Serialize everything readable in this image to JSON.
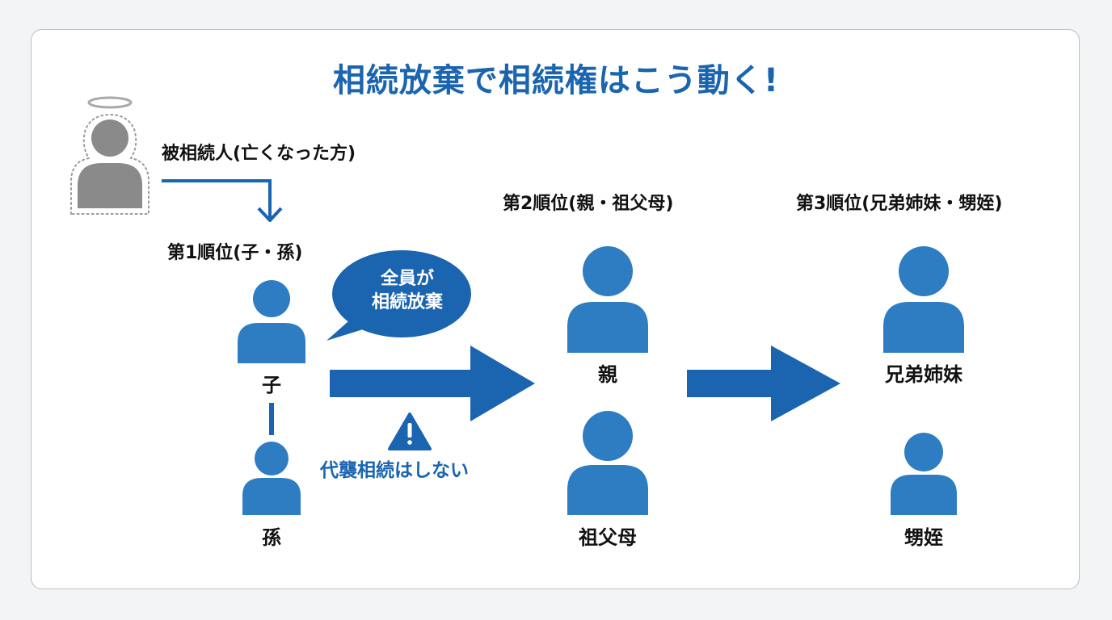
{
  "title": "相続放棄で相続権はこう動く!",
  "decedent": {
    "label": "被相続人(亡くなった方)"
  },
  "ranks": [
    {
      "label": "第1順位(子・孫)",
      "people": [
        "子",
        "孫"
      ]
    },
    {
      "label": "第2順位(親・祖父母)",
      "people": [
        "親",
        "祖父母"
      ]
    },
    {
      "label": "第3順位(兄弟姉妹・甥姪)",
      "people": [
        "兄弟姉妹",
        "甥姪"
      ]
    }
  ],
  "bubble": {
    "line1": "全員が",
    "line2": "相続放棄"
  },
  "warning": {
    "icon": "warning-triangle-icon",
    "text": "代襲相続はしない"
  },
  "colors": {
    "primary": "#1a64b0",
    "person": "#2e7cc2",
    "decedent": "#8a8a8a",
    "text": "#111111"
  }
}
